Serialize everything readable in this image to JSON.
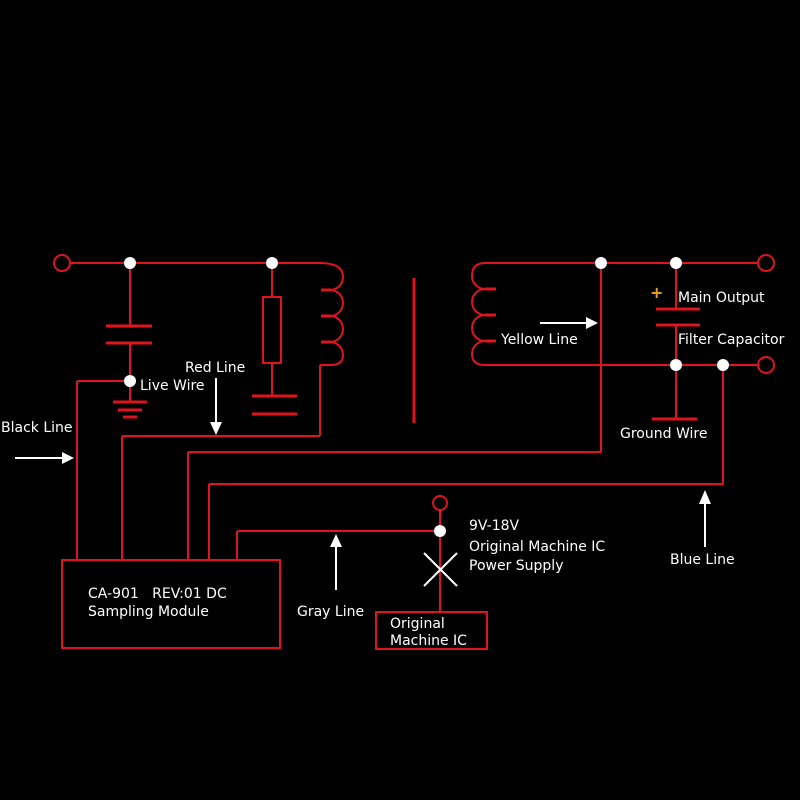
{
  "diagram": {
    "type": "circuit-schematic",
    "colors": {
      "wire": "#e0141e",
      "junction": "#ffffff",
      "label": "#ffffff",
      "polarity": "#e8a21a",
      "background": "#000000"
    },
    "labels": {
      "red_line": "Red Line",
      "live_wire": "Live Wire",
      "black_line": "Black Line",
      "yellow_line": "Yellow Line",
      "main_output": "Main Output",
      "filter_capacitor": "Filter Capacitor",
      "ground_wire": "Ground Wire",
      "blue_line": "Blue Line",
      "gray_line": "Gray Line",
      "supply_voltage": "9V-18V",
      "supply_line2": "Original Machine IC",
      "supply_line3": "Power Supply",
      "polarity_plus": "+"
    },
    "module": {
      "line1": "CA-901   REV:01 DC",
      "line2": "Sampling Module"
    },
    "ic_box": {
      "line1": "Original",
      "line2": "Machine IC"
    }
  }
}
